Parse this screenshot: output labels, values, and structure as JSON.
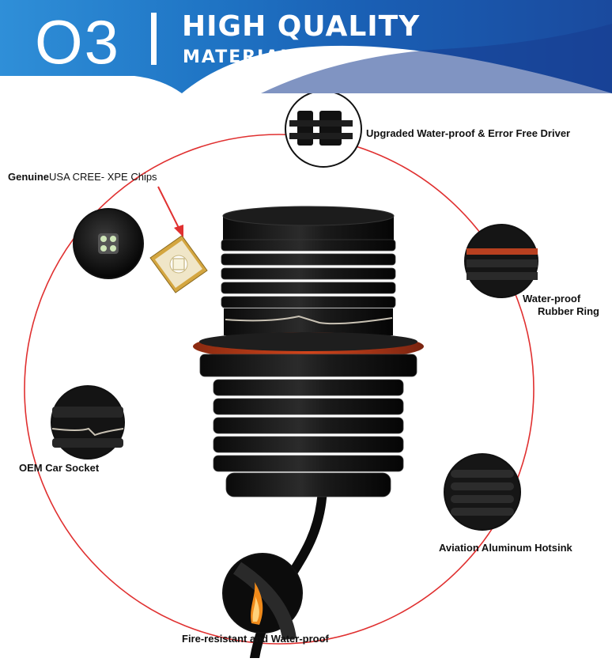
{
  "banner": {
    "number": "O3",
    "title": "HIGH QUALITY",
    "subtitle": "MATERIALS"
  },
  "features": {
    "driver": "Upgraded Water-proof & Error Free Driver",
    "chips_prefix": "Genuine",
    "chips": "USA CREE- XPE Chips",
    "ring_line1": "Water-proof",
    "ring_line2": "Rubber Ring",
    "socket": "OEM Car Socket",
    "hotsink": "Aviation Aluminum Hotsink",
    "fire": "Fire-resistant and Water-proof"
  },
  "colors": {
    "banner_blue": "#1f74c4",
    "circle_red": "#e03030",
    "ring_orange": "#d2451c",
    "body_black": "#141414"
  }
}
